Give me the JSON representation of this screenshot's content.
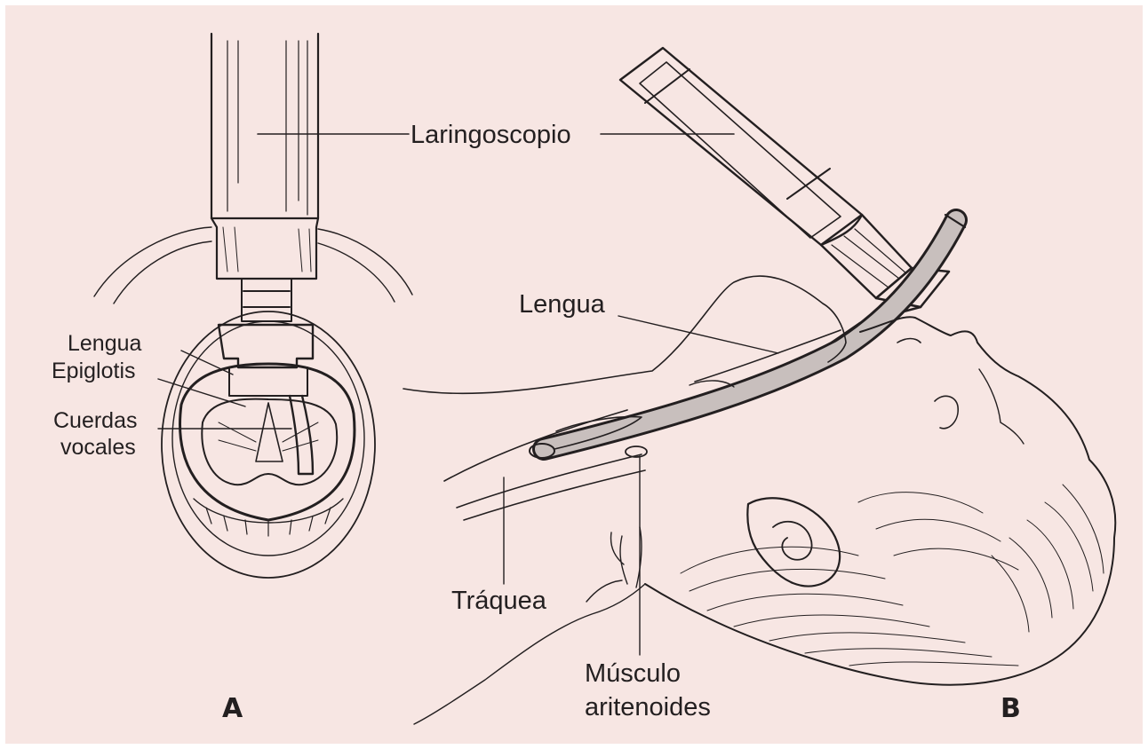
{
  "colors": {
    "background": "#f7e6e3",
    "ink": "#231f20",
    "tube": "#c8bfbd"
  },
  "panels": [
    {
      "letter": "A",
      "labels": [
        "Lengua",
        "Epiglotis",
        "Cuerdas",
        "vocales"
      ]
    },
    {
      "letter": "B",
      "labels": [
        "Lengua",
        "Tráquea",
        "Músculo",
        "aritenoides"
      ]
    }
  ],
  "shared_labels": [
    "Laringoscopio"
  ],
  "icons": [
    "laryngoscope-handle-front-view",
    "open-mouth-view",
    "laryngoscope-side-view",
    "endotracheal-tube",
    "patient-head-profile",
    "ear"
  ]
}
